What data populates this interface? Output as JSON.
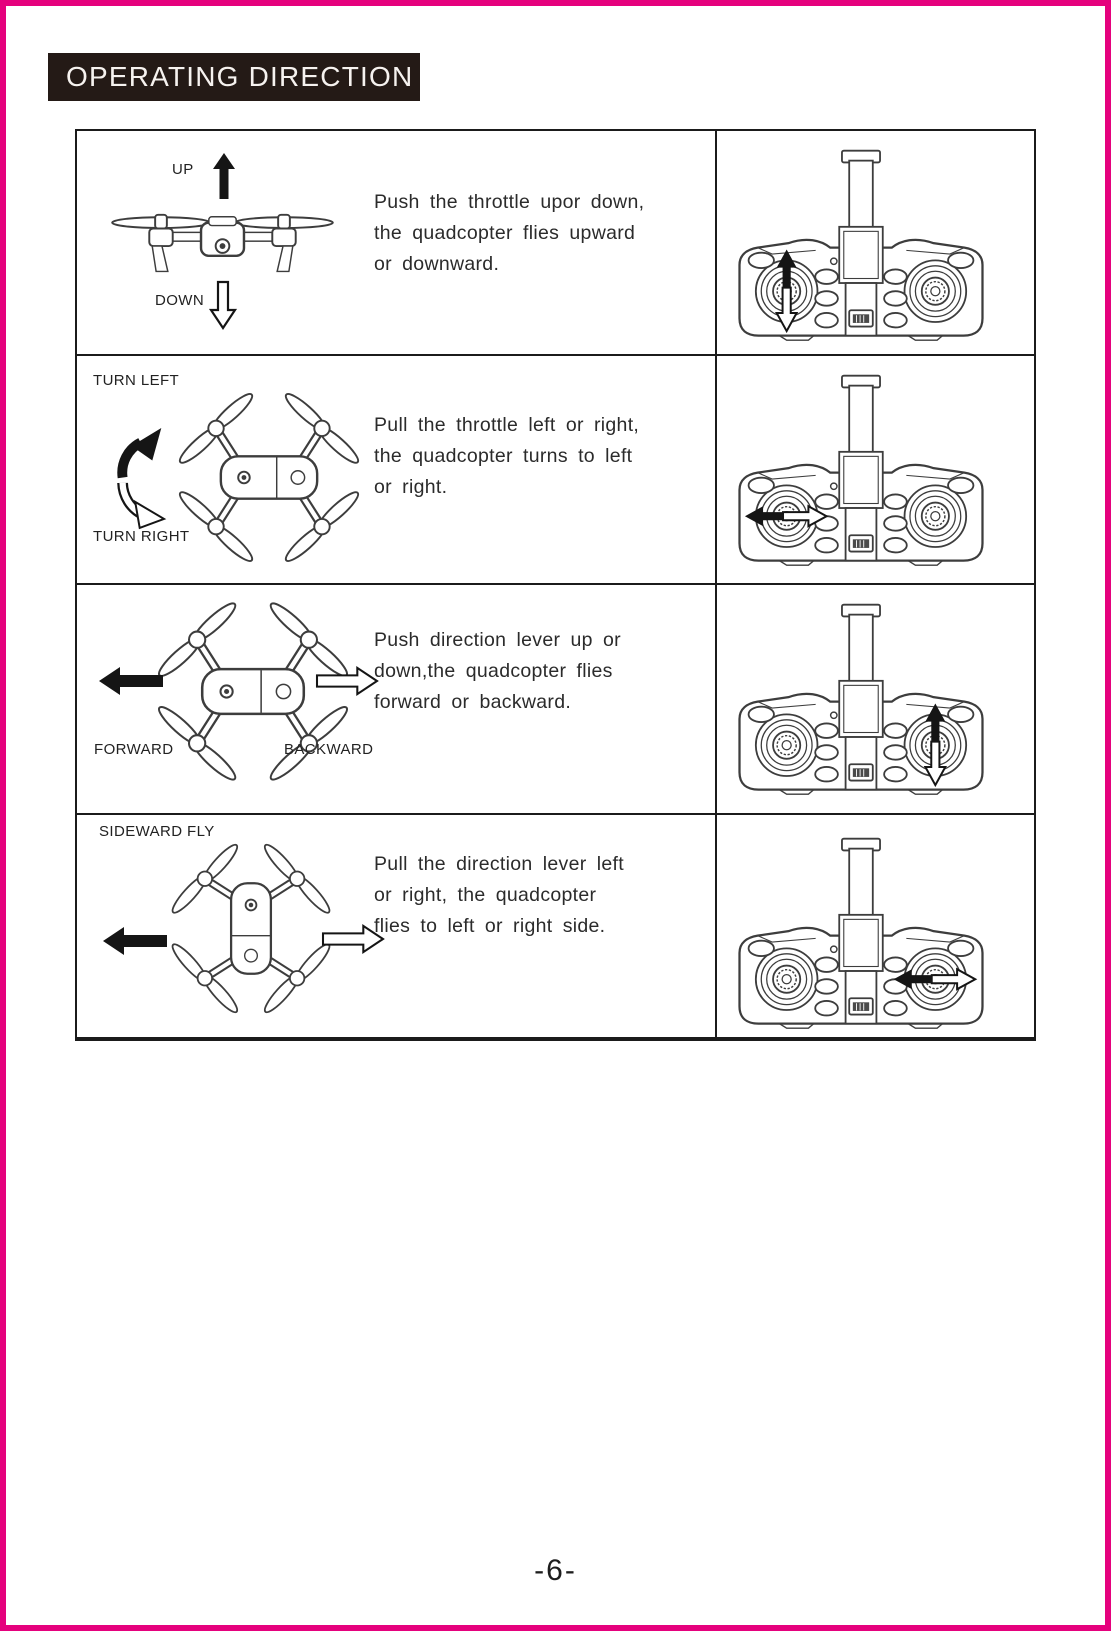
{
  "page": {
    "title": "OPERATING DIRECTION",
    "page_number": "-6-"
  },
  "colors": {
    "accent_border": "#e5017d",
    "header_bg": "#241a16",
    "header_text": "#f6f2ef",
    "table_border": "#1b1b1b",
    "line_art": "#3d3d3d",
    "arrow_fill": "#151515"
  },
  "icons": {
    "solid_arrow": "filled black direction arrow",
    "outline_arrow": "hollow white direction arrow",
    "turn_arrow": "curved rotation arrow (solid top half, hollow bottom half)"
  },
  "rows": [
    {
      "name": "throttle-up-down",
      "drone_view": "front",
      "drone_labels": {
        "up": "UP",
        "down": "DOWN"
      },
      "description": "Push the throttle upor down,\nthe quadcopter flies upward\nor downward.",
      "controller": {
        "stick": "left",
        "axis": "vertical"
      }
    },
    {
      "name": "turn-left-right",
      "drone_view": "top",
      "drone_labels": {
        "top": "TURN LEFT",
        "bottom": "TURN RIGHT"
      },
      "description": "Pull the throttle left or right,\nthe quadcopter turns to left\nor right.",
      "controller": {
        "stick": "left",
        "axis": "horizontal"
      }
    },
    {
      "name": "forward-backward",
      "drone_view": "top",
      "drone_labels": {
        "left": "FORWARD",
        "right": "BACKWARD"
      },
      "description": "Push direction lever up or\ndown,the quadcopter flies\nforward or backward.",
      "controller": {
        "stick": "right",
        "axis": "vertical"
      }
    },
    {
      "name": "sideward-fly",
      "drone_view": "top-rotated",
      "drone_labels": {
        "top": "SIDEWARD FLY"
      },
      "description": "Pull the direction lever left\nor right, the quadcopter\nflies to left or right side.",
      "controller": {
        "stick": "right",
        "axis": "horizontal"
      }
    }
  ]
}
